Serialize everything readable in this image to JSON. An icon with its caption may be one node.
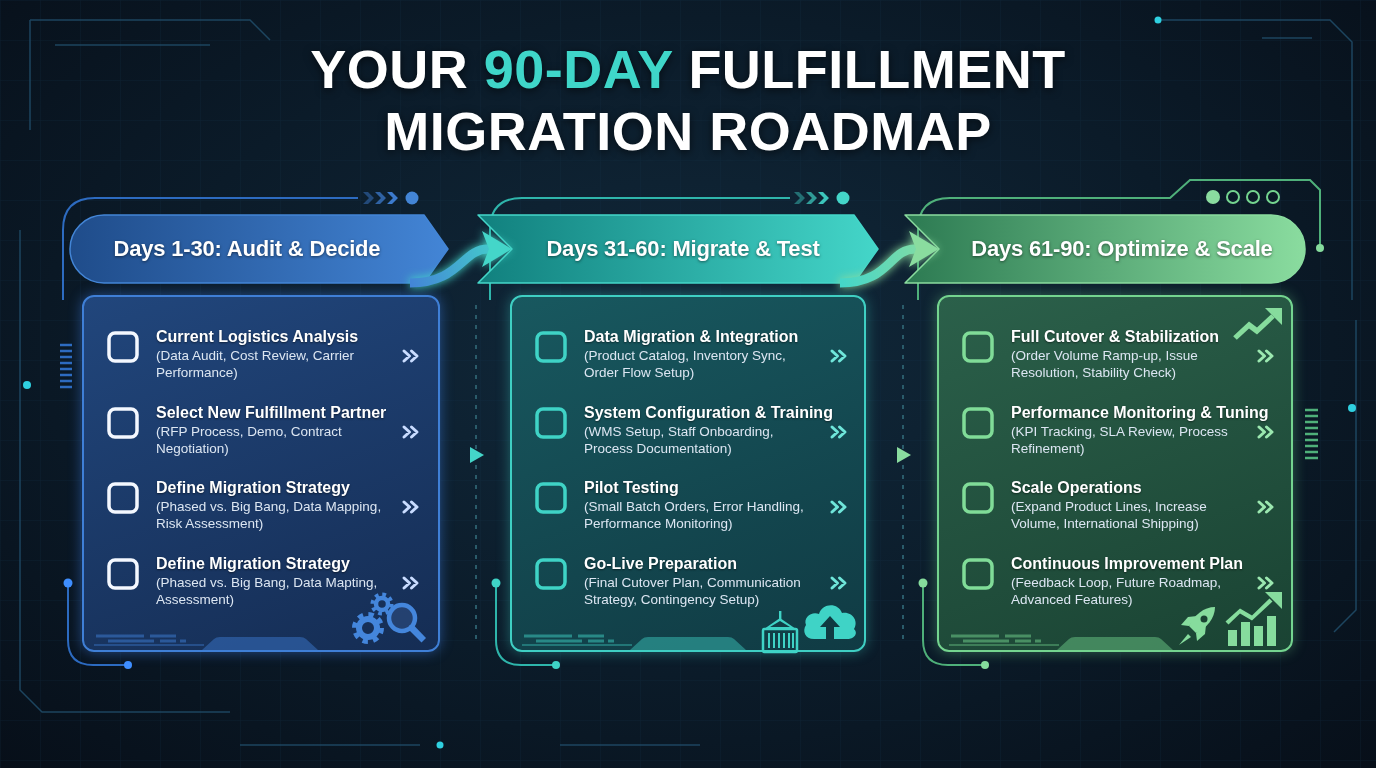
{
  "diagram": {
    "title": "YOUR **90-DAY** FULFILLMENT MIGRATION ROADMAP",
    "nodes": [
      {
        "text": [
          "Days 1-30: Audit & Decide"
        ]
      },
      {
        "text": [],
        "shape": "box"
      },
      {
        "text": [
          "Current Logistics Analysis",
          "(Data Audit, Cost Review, Carrier Performance)"
        ],
        "in": 1
      },
      {
        "text": [
          "Select New Fulfillment Partner",
          "(RFP Process, Demo, Contract Negotiation)"
        ],
        "in": 1
      },
      {
        "text": [
          "Define Migration Strategy",
          "(Phased vs. Big Bang, Data Mapping, Risk Assessment)"
        ],
        "in": 1
      },
      {
        "text": [
          "Define Migration Strategy",
          "(Phased vs. Big Bang, Data Mapting, Assessment)"
        ],
        "in": 1
      },
      {
        "text": [
          "Days 31-60: Migrate & Test"
        ]
      },
      {
        "text": [],
        "shape": "box"
      },
      {
        "text": [
          "Data Migration & Integration",
          "(Product Catalog, Inventory Sync, Order Flow Setup)"
        ],
        "in": 7
      },
      {
        "text": [
          "System Configuration & Training",
          "(WMS Setup, Staff Onboarding, Process Documentation)"
        ],
        "in": 7
      },
      {
        "text": [
          "Pilot Testing",
          "(Small Batch Orders, Error Handling, Performance Monitoring)"
        ],
        "in": 7
      },
      {
        "text": [
          "Go-Live Preparation",
          "(Final Cutover Plan, Communication Strategy, Contingency Setup)"
        ],
        "in": 7
      },
      {
        "text": [
          "Days 61-90: Optimize & Scale"
        ]
      },
      {
        "text": [],
        "shape": "box"
      },
      {
        "text": [
          "Full Cutover & Stabilization",
          "(Order Volume Ramp-up, Issue Resolution, Stability Check)"
        ],
        "in": 13
      },
      {
        "text": [
          "Performance Monitoring & Tuning",
          "(KPI Tracking, SLA Review, Process Refinement)"
        ],
        "in": 13
      },
      {
        "text": [
          "Scale Operations",
          "(Expand Product Lines, Increase Volume, International Shipping)"
        ],
        "in": 13
      },
      {
        "text": [
          "Continuous Improvement Plan",
          "(Feedback Loop, Future Roadmap, Advanced Features)"
        ],
        "in": 13
      }
    ],
    "edges": [
      {
        "from": 0,
        "to": 6,
        "arrow": "to"
      },
      {
        "from": 6,
        "to": 12,
        "arrow": "to"
      }
    ]
  }
}
